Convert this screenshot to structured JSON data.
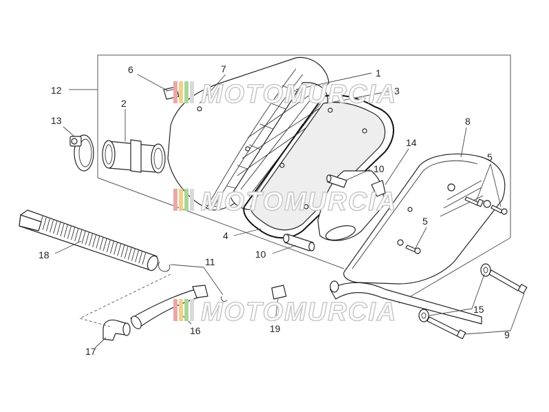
{
  "watermark": {
    "text": "MOTOMURCIA",
    "stripe_colors": [
      "#e9a7a7",
      "#f1d089",
      "#a8d69a",
      "#d9d9d9"
    ]
  },
  "callouts": [
    "1",
    "2",
    "3",
    "4",
    "5",
    "5",
    "6",
    "7",
    "8",
    "9",
    "10",
    "10",
    "11",
    "12",
    "13",
    "14",
    "15",
    "16",
    "17",
    "18",
    "19"
  ]
}
